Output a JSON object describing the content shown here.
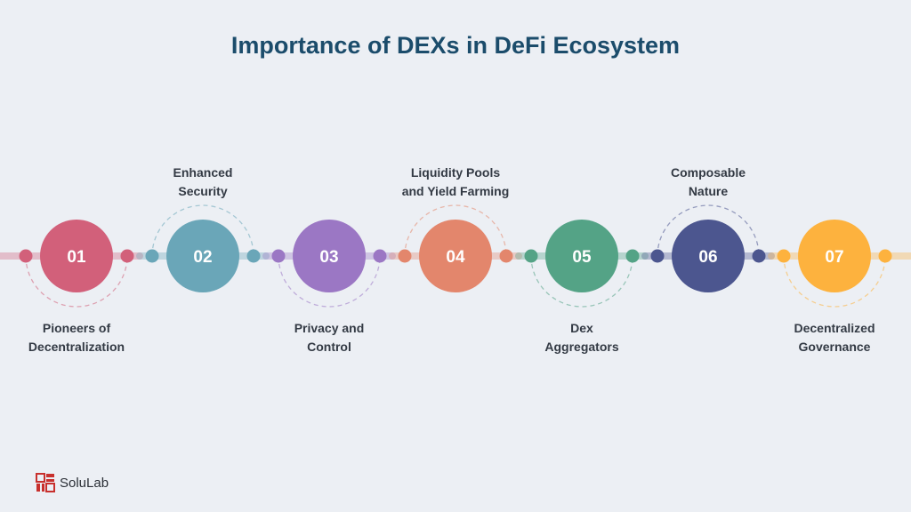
{
  "title": "Importance of DEXs in DeFi Ecosystem",
  "steps": [
    {
      "number": "01",
      "label_line1": "Pioneers of",
      "label_line2": "Decentralization",
      "position": "bottom",
      "color": "#d2607a"
    },
    {
      "number": "02",
      "label_line1": "Enhanced",
      "label_line2": "Security",
      "position": "top",
      "color": "#6aa6b8"
    },
    {
      "number": "03",
      "label_line1": "Privacy and",
      "label_line2": "Control",
      "position": "bottom",
      "color": "#9b77c4"
    },
    {
      "number": "04",
      "label_line1": "Liquidity Pools",
      "label_line2": "and Yield Farming",
      "position": "top",
      "color": "#e3866c"
    },
    {
      "number": "05",
      "label_line1": "Dex",
      "label_line2": "Aggregators",
      "position": "bottom",
      "color": "#54a386"
    },
    {
      "number": "06",
      "label_line1": "Composable",
      "label_line2": "Nature",
      "position": "top",
      "color": "#4c568f"
    },
    {
      "number": "07",
      "label_line1": "Decentralized",
      "label_line2": "Governance",
      "position": "bottom",
      "color": "#fdb23e"
    }
  ],
  "logo": {
    "text": "SoluLab",
    "color": "#c8302d"
  }
}
